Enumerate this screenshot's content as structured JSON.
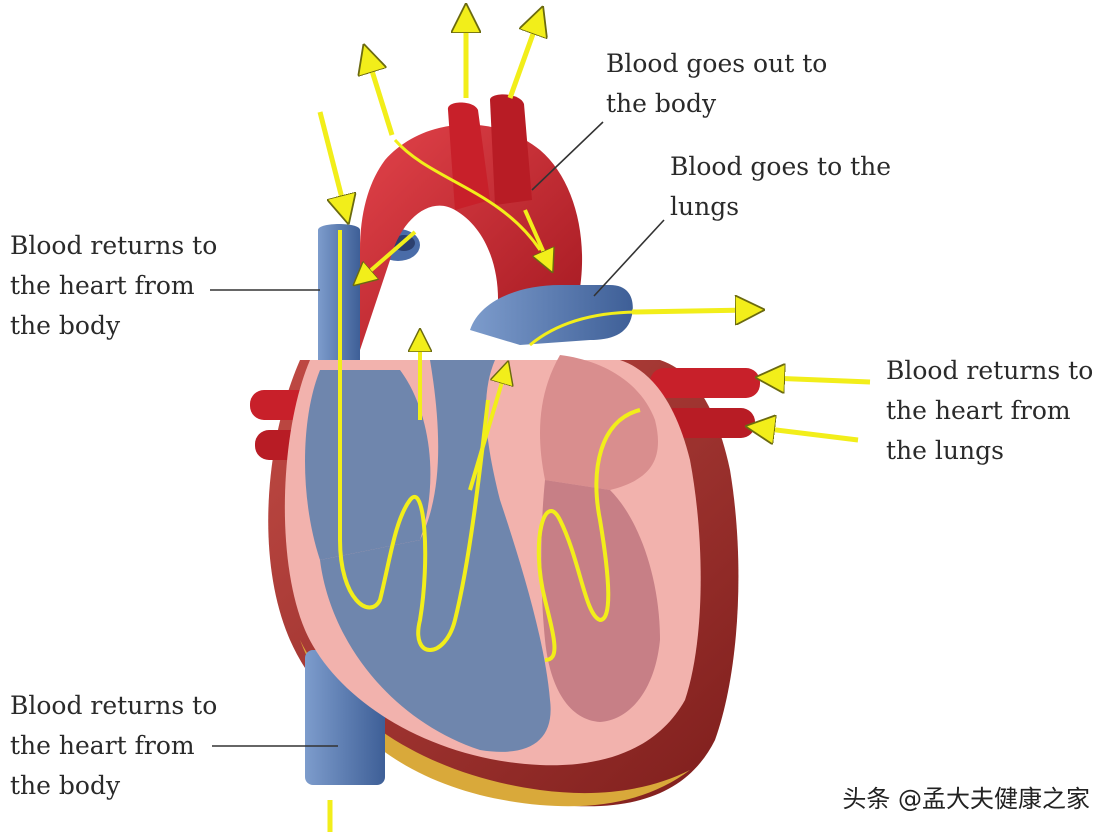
{
  "labels": {
    "out_to_body": [
      "Blood goes out to",
      "the body"
    ],
    "to_lungs": [
      "Blood goes to the",
      "lungs"
    ],
    "returns_body_upper": [
      "Blood returns to",
      "the heart from",
      "the body"
    ],
    "returns_lungs": [
      "Blood returns to",
      "the heart from",
      "the lungs"
    ],
    "returns_body_lower": [
      "Blood returns to",
      "the heart from",
      "the body"
    ]
  },
  "watermark": "头条 @孟大夫健康之家",
  "colors": {
    "artery_red": "#c8202a",
    "vein_blue": "#5b7fb6",
    "chamber_blue": "#6f86ad",
    "heart_pink": "#f2b2ad",
    "wall_pink": "#d98e8e",
    "flow_yellow": "#f2ee1a",
    "fat_yellow": "#d9a93a",
    "leader_line": "#333333",
    "text": "#2a2a2a"
  }
}
